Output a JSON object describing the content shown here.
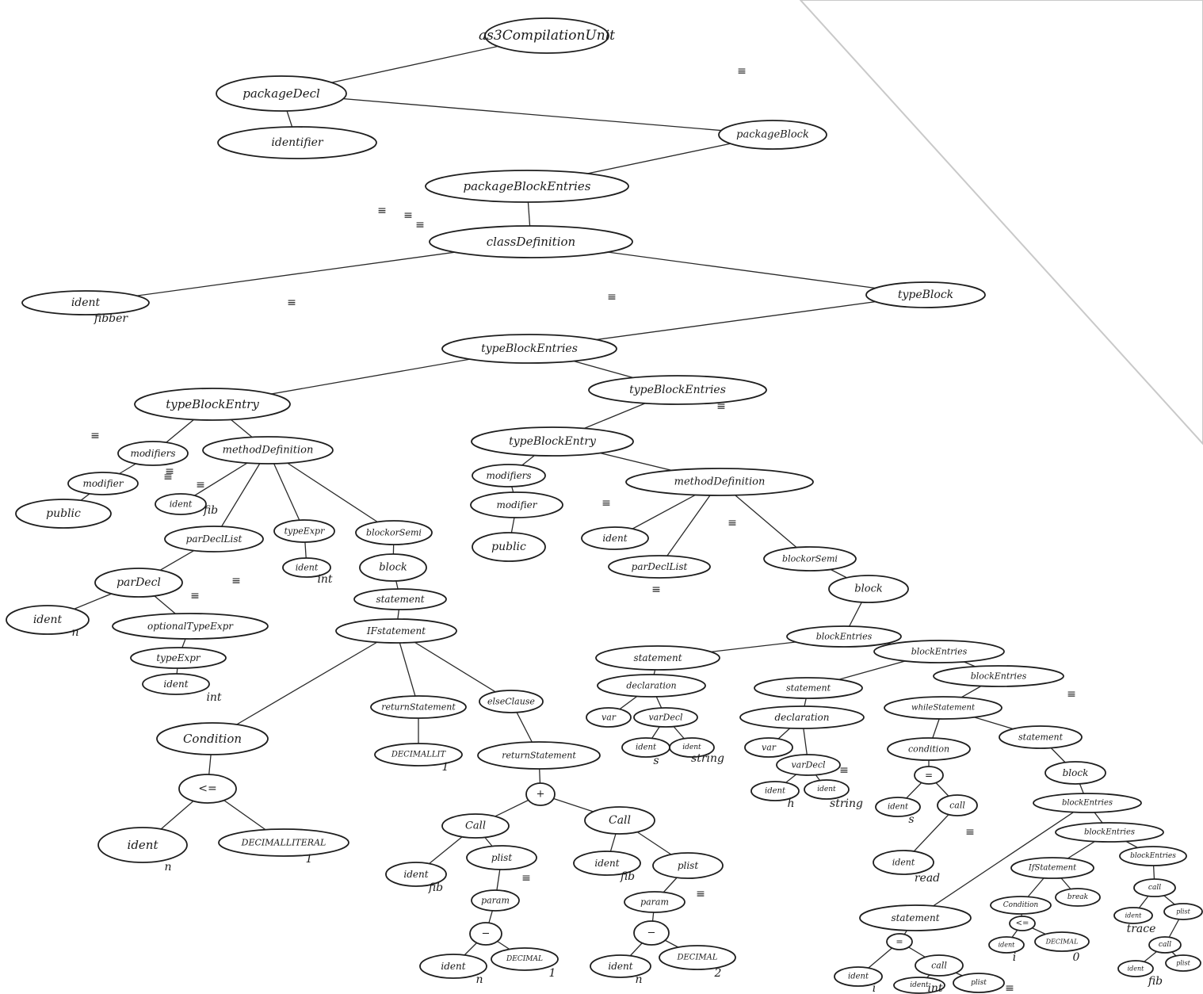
{
  "nodes": [
    {
      "id": "root",
      "label": "as3CompilationUnit"
    },
    {
      "id": "pkgdecl",
      "label": "packageDecl"
    },
    {
      "id": "identifier",
      "label": "identifier"
    },
    {
      "id": "pkgblock",
      "label": "packageBlock"
    },
    {
      "id": "pbe",
      "label": "packageBlockEntries"
    },
    {
      "id": "classdef",
      "label": "classDefinition"
    },
    {
      "id": "ident_fibber",
      "label": "ident"
    },
    {
      "id": "typeblock",
      "label": "typeBlock"
    },
    {
      "id": "tbes1",
      "label": "typeBlockEntries"
    },
    {
      "id": "tbe1",
      "label": "typeBlockEntry"
    },
    {
      "id": "tbes2",
      "label": "typeBlockEntries"
    },
    {
      "id": "mods1",
      "label": "modifiers"
    },
    {
      "id": "mod1",
      "label": "modifier"
    },
    {
      "id": "public1",
      "label": "public"
    },
    {
      "id": "methdef1",
      "label": "methodDefinition"
    },
    {
      "id": "ident_fib1",
      "label": "ident"
    },
    {
      "id": "pardecllist1",
      "label": "parDeclList"
    },
    {
      "id": "typeexpr1",
      "label": "typeExpr"
    },
    {
      "id": "ident_int1",
      "label": "ident"
    },
    {
      "id": "blockorsemi1",
      "label": "blockorSemi"
    },
    {
      "id": "block1",
      "label": "block"
    },
    {
      "id": "statement1",
      "label": "statement"
    },
    {
      "id": "ifstmt1",
      "label": "IFstatement"
    },
    {
      "id": "pardecl1",
      "label": "parDecl"
    },
    {
      "id": "ident_n1",
      "label": "ident"
    },
    {
      "id": "opttype",
      "label": "optionalTypeExpr"
    },
    {
      "id": "typeexpr2",
      "label": "typeExpr"
    },
    {
      "id": "ident_int2",
      "label": "ident"
    },
    {
      "id": "cond1",
      "label": "Condition"
    },
    {
      "id": "le1",
      "label": "<="
    },
    {
      "id": "ident_n2",
      "label": "ident"
    },
    {
      "id": "declit1",
      "label": "DECIMALLITERAL"
    },
    {
      "id": "ret1",
      "label": "returnStatement"
    },
    {
      "id": "declit2",
      "label": "DECIMALLIT"
    },
    {
      "id": "else1",
      "label": "elseClause"
    },
    {
      "id": "ret2",
      "label": "returnStatement"
    },
    {
      "id": "plus1",
      "label": "+"
    },
    {
      "id": "call1",
      "label": "Call"
    },
    {
      "id": "call2",
      "label": "Call"
    },
    {
      "id": "ident_fib2",
      "label": "ident"
    },
    {
      "id": "plist1",
      "label": "plist"
    },
    {
      "id": "param1",
      "label": "param"
    },
    {
      "id": "minus1",
      "label": "−"
    },
    {
      "id": "ident_n3",
      "label": "ident"
    },
    {
      "id": "decimal1",
      "label": "DECIMAL"
    },
    {
      "id": "ident_fib3",
      "label": "ident"
    },
    {
      "id": "plist2",
      "label": "plist"
    },
    {
      "id": "param2",
      "label": "param"
    },
    {
      "id": "minus2",
      "label": "−"
    },
    {
      "id": "ident_n4",
      "label": "ident"
    },
    {
      "id": "decimal2",
      "label": "DECIMAL"
    },
    {
      "id": "tbe2",
      "label": "typeBlockEntry"
    },
    {
      "id": "mods2",
      "label": "modifiers"
    },
    {
      "id": "mod2",
      "label": "modifier"
    },
    {
      "id": "public2",
      "label": "public"
    },
    {
      "id": "methdef2",
      "label": "methodDefinition"
    },
    {
      "id": "ident_m2",
      "label": "ident"
    },
    {
      "id": "pardecllist2",
      "label": "parDeclList"
    },
    {
      "id": "blockorsemi2",
      "label": "blockorSemi"
    },
    {
      "id": "block2",
      "label": "block"
    },
    {
      "id": "blockentries1",
      "label": "blockEntries"
    },
    {
      "id": "stmt_a",
      "label": "statement"
    },
    {
      "id": "decl_a",
      "label": "declaration"
    },
    {
      "id": "var_a",
      "label": "var"
    },
    {
      "id": "vardecl_a",
      "label": "varDecl"
    },
    {
      "id": "ident_s",
      "label": "ident"
    },
    {
      "id": "ident_string1",
      "label": "ident"
    },
    {
      "id": "blockentries2",
      "label": "blockEntries"
    },
    {
      "id": "stmt_b",
      "label": "statement"
    },
    {
      "id": "decl_b",
      "label": "declaration"
    },
    {
      "id": "var_b",
      "label": "var"
    },
    {
      "id": "vardecl_b",
      "label": "varDecl"
    },
    {
      "id": "ident_h",
      "label": "ident"
    },
    {
      "id": "ident_string2",
      "label": "ident"
    },
    {
      "id": "blockentries3",
      "label": "blockEntries"
    },
    {
      "id": "while1",
      "label": "whileStatement"
    },
    {
      "id": "cond2",
      "label": "condition"
    },
    {
      "id": "eq1",
      "label": "="
    },
    {
      "id": "ident_s2",
      "label": "ident"
    },
    {
      "id": "call3",
      "label": "call"
    },
    {
      "id": "ident_read",
      "label": "ident"
    },
    {
      "id": "stmt_c",
      "label": "statement"
    },
    {
      "id": "block3",
      "label": "block"
    },
    {
      "id": "blockentries4",
      "label": "blockEntries"
    },
    {
      "id": "blockentries5",
      "label": "blockEntries"
    },
    {
      "id": "stmt_d",
      "label": "statement"
    },
    {
      "id": "eq2",
      "label": "="
    },
    {
      "id": "ident_i",
      "label": "ident"
    },
    {
      "id": "call4",
      "label": "call"
    },
    {
      "id": "ident_int3",
      "label": "ident"
    },
    {
      "id": "plist3",
      "label": "plist"
    },
    {
      "id": "ifstmt2",
      "label": "IfStatement"
    },
    {
      "id": "cond3",
      "label": "Condition"
    },
    {
      "id": "le2",
      "label": "<="
    },
    {
      "id": "ident_i2",
      "label": "ident"
    },
    {
      "id": "decimal3",
      "label": "DECIMAL"
    },
    {
      "id": "break1",
      "label": "break"
    },
    {
      "id": "blockentries6",
      "label": "blockEntries"
    },
    {
      "id": "call5",
      "label": "call"
    },
    {
      "id": "ident_trace",
      "label": "ident"
    },
    {
      "id": "plist4",
      "label": "plist"
    },
    {
      "id": "call6",
      "label": "call"
    },
    {
      "id": "ident_fib4",
      "label": "ident"
    },
    {
      "id": "plist5",
      "label": "plist"
    }
  ],
  "annotations": [
    {
      "id": "a_fibber",
      "text": "fibber"
    },
    {
      "id": "a_fib1",
      "text": "fib"
    },
    {
      "id": "a_int1",
      "text": "int"
    },
    {
      "id": "a_n1",
      "text": "n"
    },
    {
      "id": "a_int2",
      "text": "int"
    },
    {
      "id": "a_n2",
      "text": "n"
    },
    {
      "id": "a_1a",
      "text": "1"
    },
    {
      "id": "a_1b",
      "text": "1"
    },
    {
      "id": "a_fib2",
      "text": "fib"
    },
    {
      "id": "a_fib3",
      "text": "fib"
    },
    {
      "id": "a_n3",
      "text": "n"
    },
    {
      "id": "a_1c",
      "text": "1"
    },
    {
      "id": "a_n4",
      "text": "n"
    },
    {
      "id": "a_2",
      "text": "2"
    },
    {
      "id": "a_s",
      "text": "s"
    },
    {
      "id": "a_string1",
      "text": "string"
    },
    {
      "id": "a_h",
      "text": "h"
    },
    {
      "id": "a_string2",
      "text": "string"
    },
    {
      "id": "a_s2",
      "text": "s"
    },
    {
      "id": "a_read",
      "text": "read"
    },
    {
      "id": "a_i",
      "text": "i"
    },
    {
      "id": "a_int3",
      "text": "int"
    },
    {
      "id": "a_i2",
      "text": "i"
    },
    {
      "id": "a_0",
      "text": "0"
    },
    {
      "id": "a_trace",
      "text": "trace"
    },
    {
      "id": "a_fib4",
      "text": "fib"
    }
  ]
}
